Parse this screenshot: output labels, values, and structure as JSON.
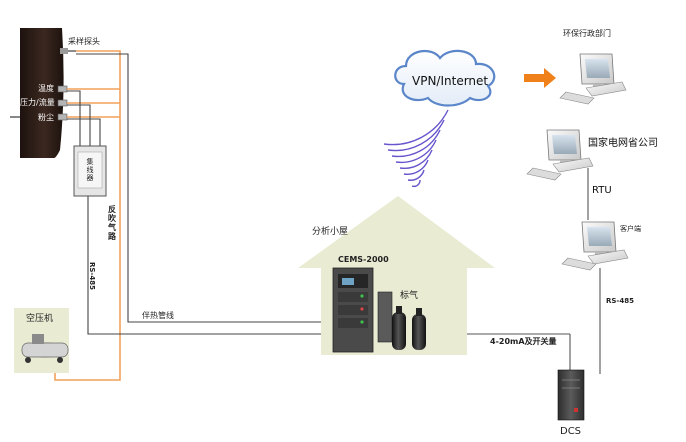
{
  "labels": {
    "sampling_probe": "采样探头",
    "temperature": "温度",
    "pressure_flow": "压力/流量",
    "dust": "粉尘",
    "collector": "集线器",
    "backflush": "反吹气路",
    "rs485_left": "RS-485",
    "heated_line": "伴热管线",
    "compressor": "空压机",
    "shelter": "分析小屋",
    "cems": "CEMS-2000",
    "std_gas": "标气",
    "signal": "4-20mA及开关量",
    "dcs": "DCS",
    "cloud": "VPN/Internet",
    "env_dept": "环保行政部门",
    "grid": "国家电网省公司",
    "rtu": "RTU",
    "client": "客户端",
    "rs485_right": "RS-485"
  },
  "colors": {
    "chimney": "#2a1a14",
    "house_fill": "#e9ecd3",
    "orange_line": "#f2a15a",
    "cable": "#444444",
    "wireless": "#6655cc",
    "cloud_edge": "#5b86c9",
    "arrow": "#f0801a",
    "cabinet": "#4a4a4a"
  }
}
